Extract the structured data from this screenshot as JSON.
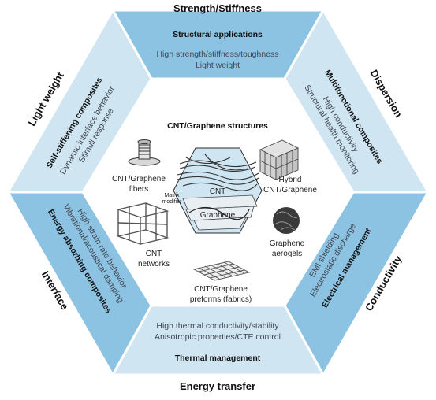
{
  "outer_labels": {
    "top": "Strength/Stiffness",
    "upper_right": "Dispersion",
    "lower_right": "Conductivity",
    "bottom": "Energy transfer",
    "lower_left": "Interface",
    "upper_left": "Light weight"
  },
  "applications": {
    "structural": {
      "title": "Structural applications",
      "lines": [
        "High strength/stiffness/toughness",
        "Light weight"
      ]
    },
    "multifunctional": {
      "title": "Multifunctional composites",
      "lines": [
        "High conductivity",
        "Structural health monitoring"
      ]
    },
    "electrical": {
      "title": "Electrical management",
      "lines": [
        "EMI shielding",
        "Electrostatic discharge"
      ]
    },
    "thermal": {
      "title": "Thermal management",
      "lines": [
        "High thermal conductivity/stability",
        "Anisotropic properties/CTE control"
      ]
    },
    "energy_absorbing": {
      "title": "Energy absorbing composites",
      "lines": [
        "High strain rate behavior",
        "Vibrational/acoustical damping"
      ]
    },
    "self_stiffening": {
      "title": "Self-stiffening composites",
      "lines": [
        "Dynamic interface behavior",
        "Stimuli response"
      ]
    }
  },
  "center": {
    "title": "CNT/Graphene structures",
    "core": {
      "matrix_modifier": [
        "Matrix",
        "modifier"
      ],
      "cnt": "CNT",
      "graphene": "Graphene"
    },
    "structures": {
      "fibers": [
        "CNT/Graphene",
        "fibers"
      ],
      "hybrid": [
        "Hybrid",
        "CNT/Graphene"
      ],
      "networks": [
        "CNT",
        "networks"
      ],
      "aerogels": [
        "Graphene",
        "aerogels"
      ],
      "preforms": [
        "CNT/Graphene",
        "preforms (fabrics)"
      ]
    }
  },
  "colors": {
    "outer_hexagon": "#bcd9ea",
    "blue_panel": "#8dc3e2",
    "light_panel": "#cfe5f1",
    "border": "#ffffff",
    "text_gray": "#3f4650"
  }
}
